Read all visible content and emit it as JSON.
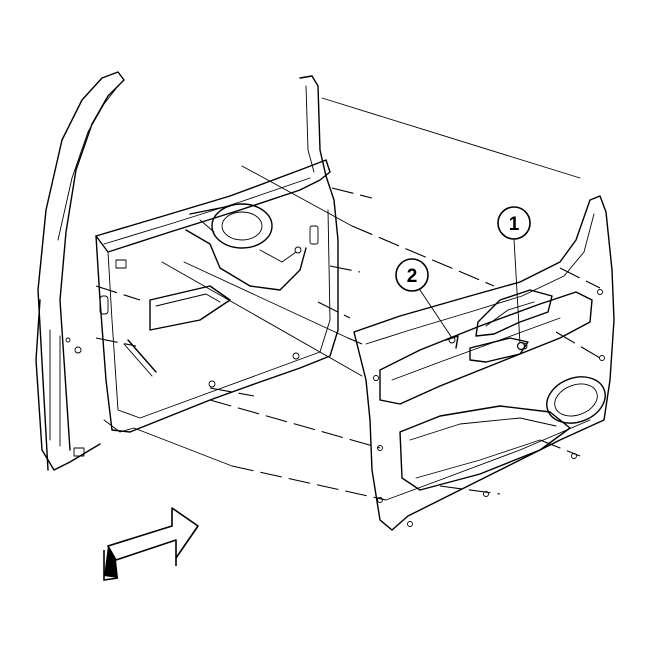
{
  "diagram": {
    "callouts": [
      {
        "id": "1",
        "label": "1"
      },
      {
        "id": "2",
        "label": "2"
      }
    ],
    "colors": {
      "ink": "#000000",
      "background": "#ffffff",
      "arrow_fill": "#000000"
    },
    "view_arrow": {
      "icon": "view-direction-arrow-icon"
    }
  }
}
